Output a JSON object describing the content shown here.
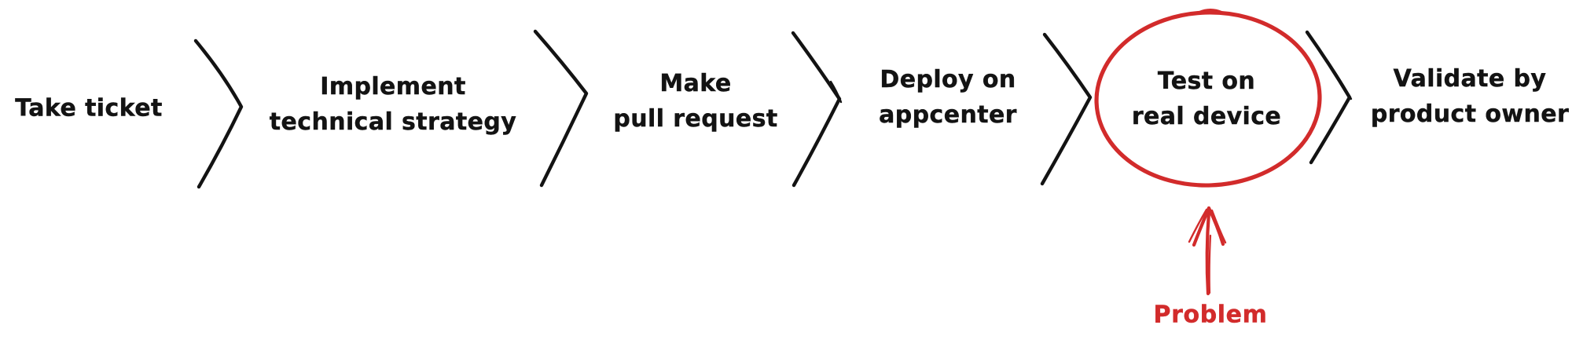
{
  "diagram": {
    "colors": {
      "background": "#ffffff",
      "ink": "#131313",
      "accent": "#d22b2b"
    },
    "steps": [
      {
        "id": "take-ticket",
        "lines": [
          "Take ticket",
          ""
        ]
      },
      {
        "id": "implement-technical-strategy",
        "lines": [
          "Implement",
          "technical strategy"
        ]
      },
      {
        "id": "make-pull-request",
        "lines": [
          "Make",
          "pull request"
        ]
      },
      {
        "id": "deploy-on-appcenter",
        "lines": [
          "Deploy on",
          "appcenter"
        ]
      },
      {
        "id": "test-on-real-device",
        "lines": [
          "Test on",
          "real device"
        ],
        "highlighted": true
      },
      {
        "id": "validate-by-product-owner",
        "lines": [
          "Validate by",
          "product owner"
        ]
      }
    ],
    "connector": "chevron-right",
    "annotation": {
      "label": "Problem",
      "arrow_direction": "up",
      "points_to": "test-on-real-device"
    }
  }
}
